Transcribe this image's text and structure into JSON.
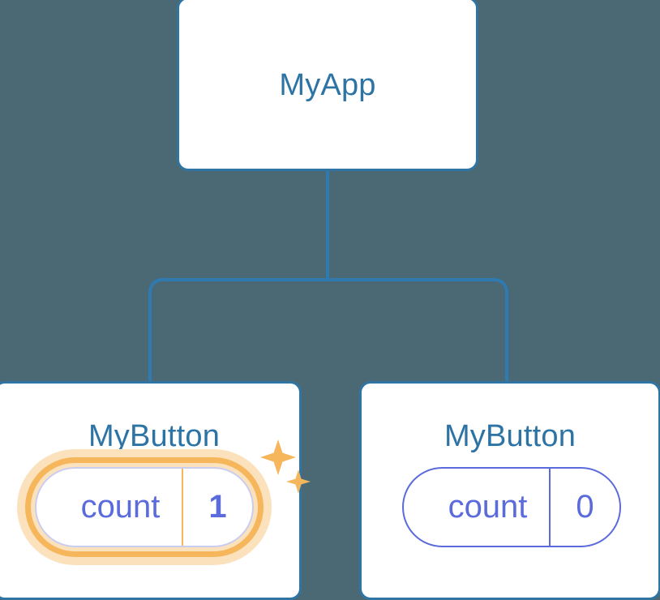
{
  "diagram": {
    "type": "component-tree",
    "background_color": "#4b6875",
    "connector_color": "#2f7ab0",
    "card_border_color": "#2f74a3",
    "card_background_color": "#ffffff",
    "title_color": "#2d74a5",
    "state_color": "#5b6bdb",
    "highlight_color": "#f6b65c",
    "highlight_glow_color": "#fbe2bd"
  },
  "root": {
    "title": "MyApp"
  },
  "children": [
    {
      "title": "MyButton",
      "state": {
        "key": "count",
        "value": "1"
      },
      "highlighted": true,
      "sparkle_icon": "sparkles-icon"
    },
    {
      "title": "MyButton",
      "state": {
        "key": "count",
        "value": "0"
      },
      "highlighted": false
    }
  ]
}
